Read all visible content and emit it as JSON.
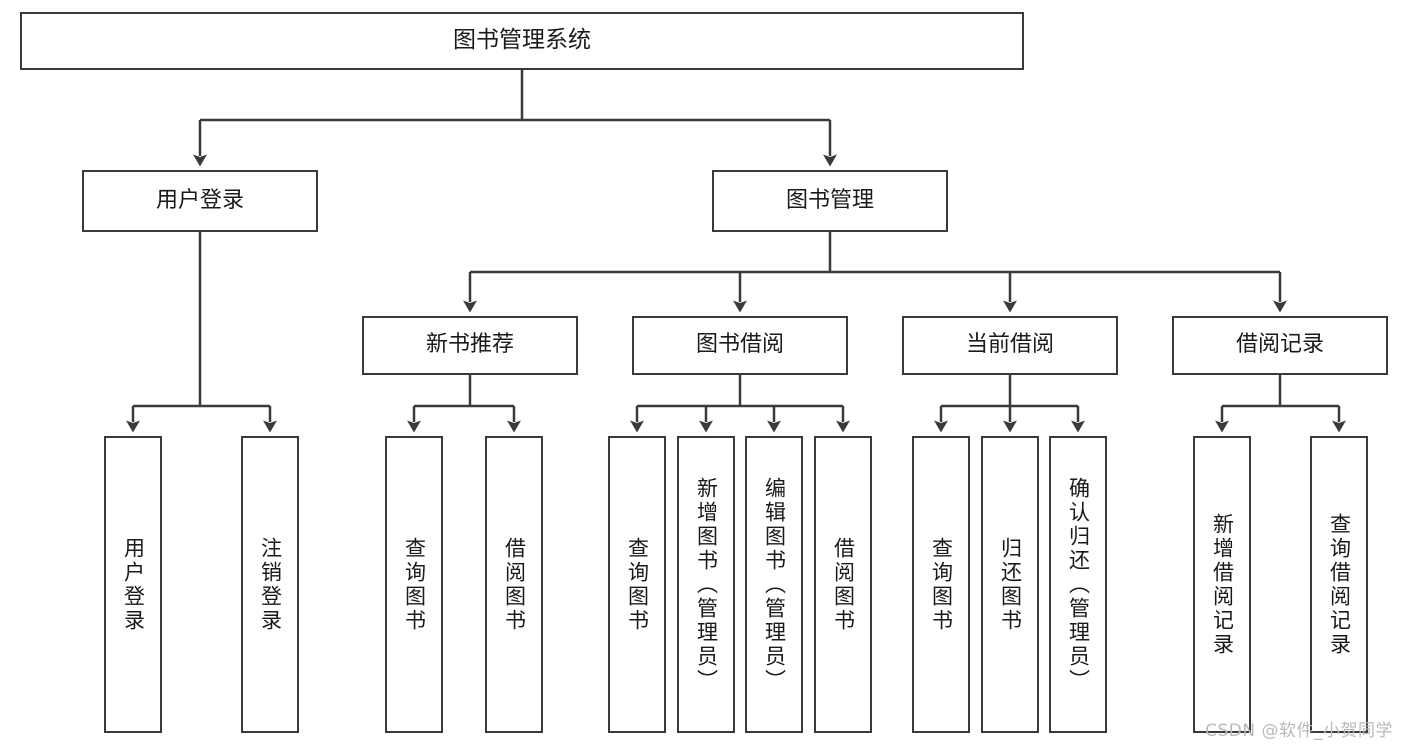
{
  "diagram": {
    "title": "图书管理系统",
    "type": "tree-hierarchy",
    "watermark": "CSDN @软件_小贺同学",
    "colors": {
      "node_border": "#3a3a3a",
      "node_fill": "#ffffff",
      "edge": "#3a3a3a",
      "text": "#1a1a1a",
      "watermark": "#b9b9b9"
    }
  },
  "nodes": {
    "root": {
      "label": "图书管理系统"
    },
    "level2": [
      {
        "label": "用户登录"
      },
      {
        "label": "图书管理"
      }
    ],
    "level3": [
      {
        "label": "新书推荐"
      },
      {
        "label": "图书借阅"
      },
      {
        "label": "当前借阅"
      },
      {
        "label": "借阅记录"
      }
    ],
    "leaves": {
      "user_login": [
        {
          "label": "用户登录"
        },
        {
          "label": "注销登录"
        }
      ],
      "new_book_recommend": [
        {
          "label": "查询图书"
        },
        {
          "label": "借阅图书"
        }
      ],
      "book_borrow": [
        {
          "label": "查询图书"
        },
        {
          "label": "新增图书（管理员）"
        },
        {
          "label": "编辑图书（管理员）"
        },
        {
          "label": "借阅图书"
        }
      ],
      "current_borrow": [
        {
          "label": "查询图书"
        },
        {
          "label": "归还图书"
        },
        {
          "label": "确认归还（管理员）"
        }
      ],
      "borrow_record": [
        {
          "label": "新增借阅记录"
        },
        {
          "label": "查询借阅记录"
        }
      ]
    }
  }
}
